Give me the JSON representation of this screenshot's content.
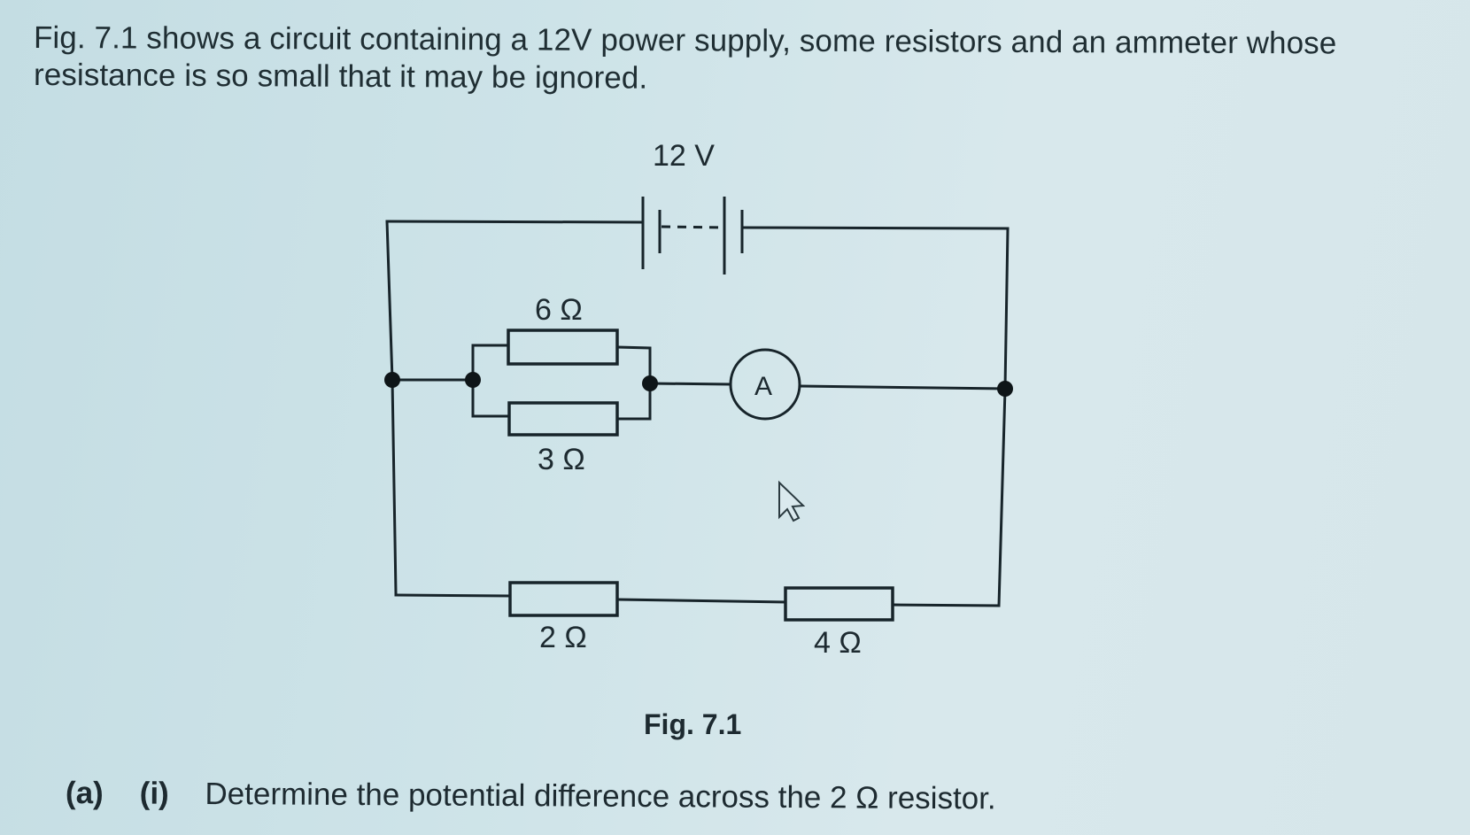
{
  "intro": {
    "line1": "Fig. 7.1 shows a circuit containing a 12V power supply, some resistors and an ammeter whose",
    "line2": "resistance is so small that it may be ignored."
  },
  "circuit": {
    "supply_label": "12 V",
    "ammeter_symbol": "A",
    "resistors": {
      "r6": "6 Ω",
      "r3": "3 Ω",
      "r2": "2 Ω",
      "r4": "4 Ω"
    },
    "icons": {
      "cursor": "mouse-pointer-icon"
    }
  },
  "figure": {
    "caption": "Fig. 7.1"
  },
  "question": {
    "part": "(a)",
    "subpart": "(i)",
    "text": "Determine the potential difference across the 2 Ω resistor."
  }
}
